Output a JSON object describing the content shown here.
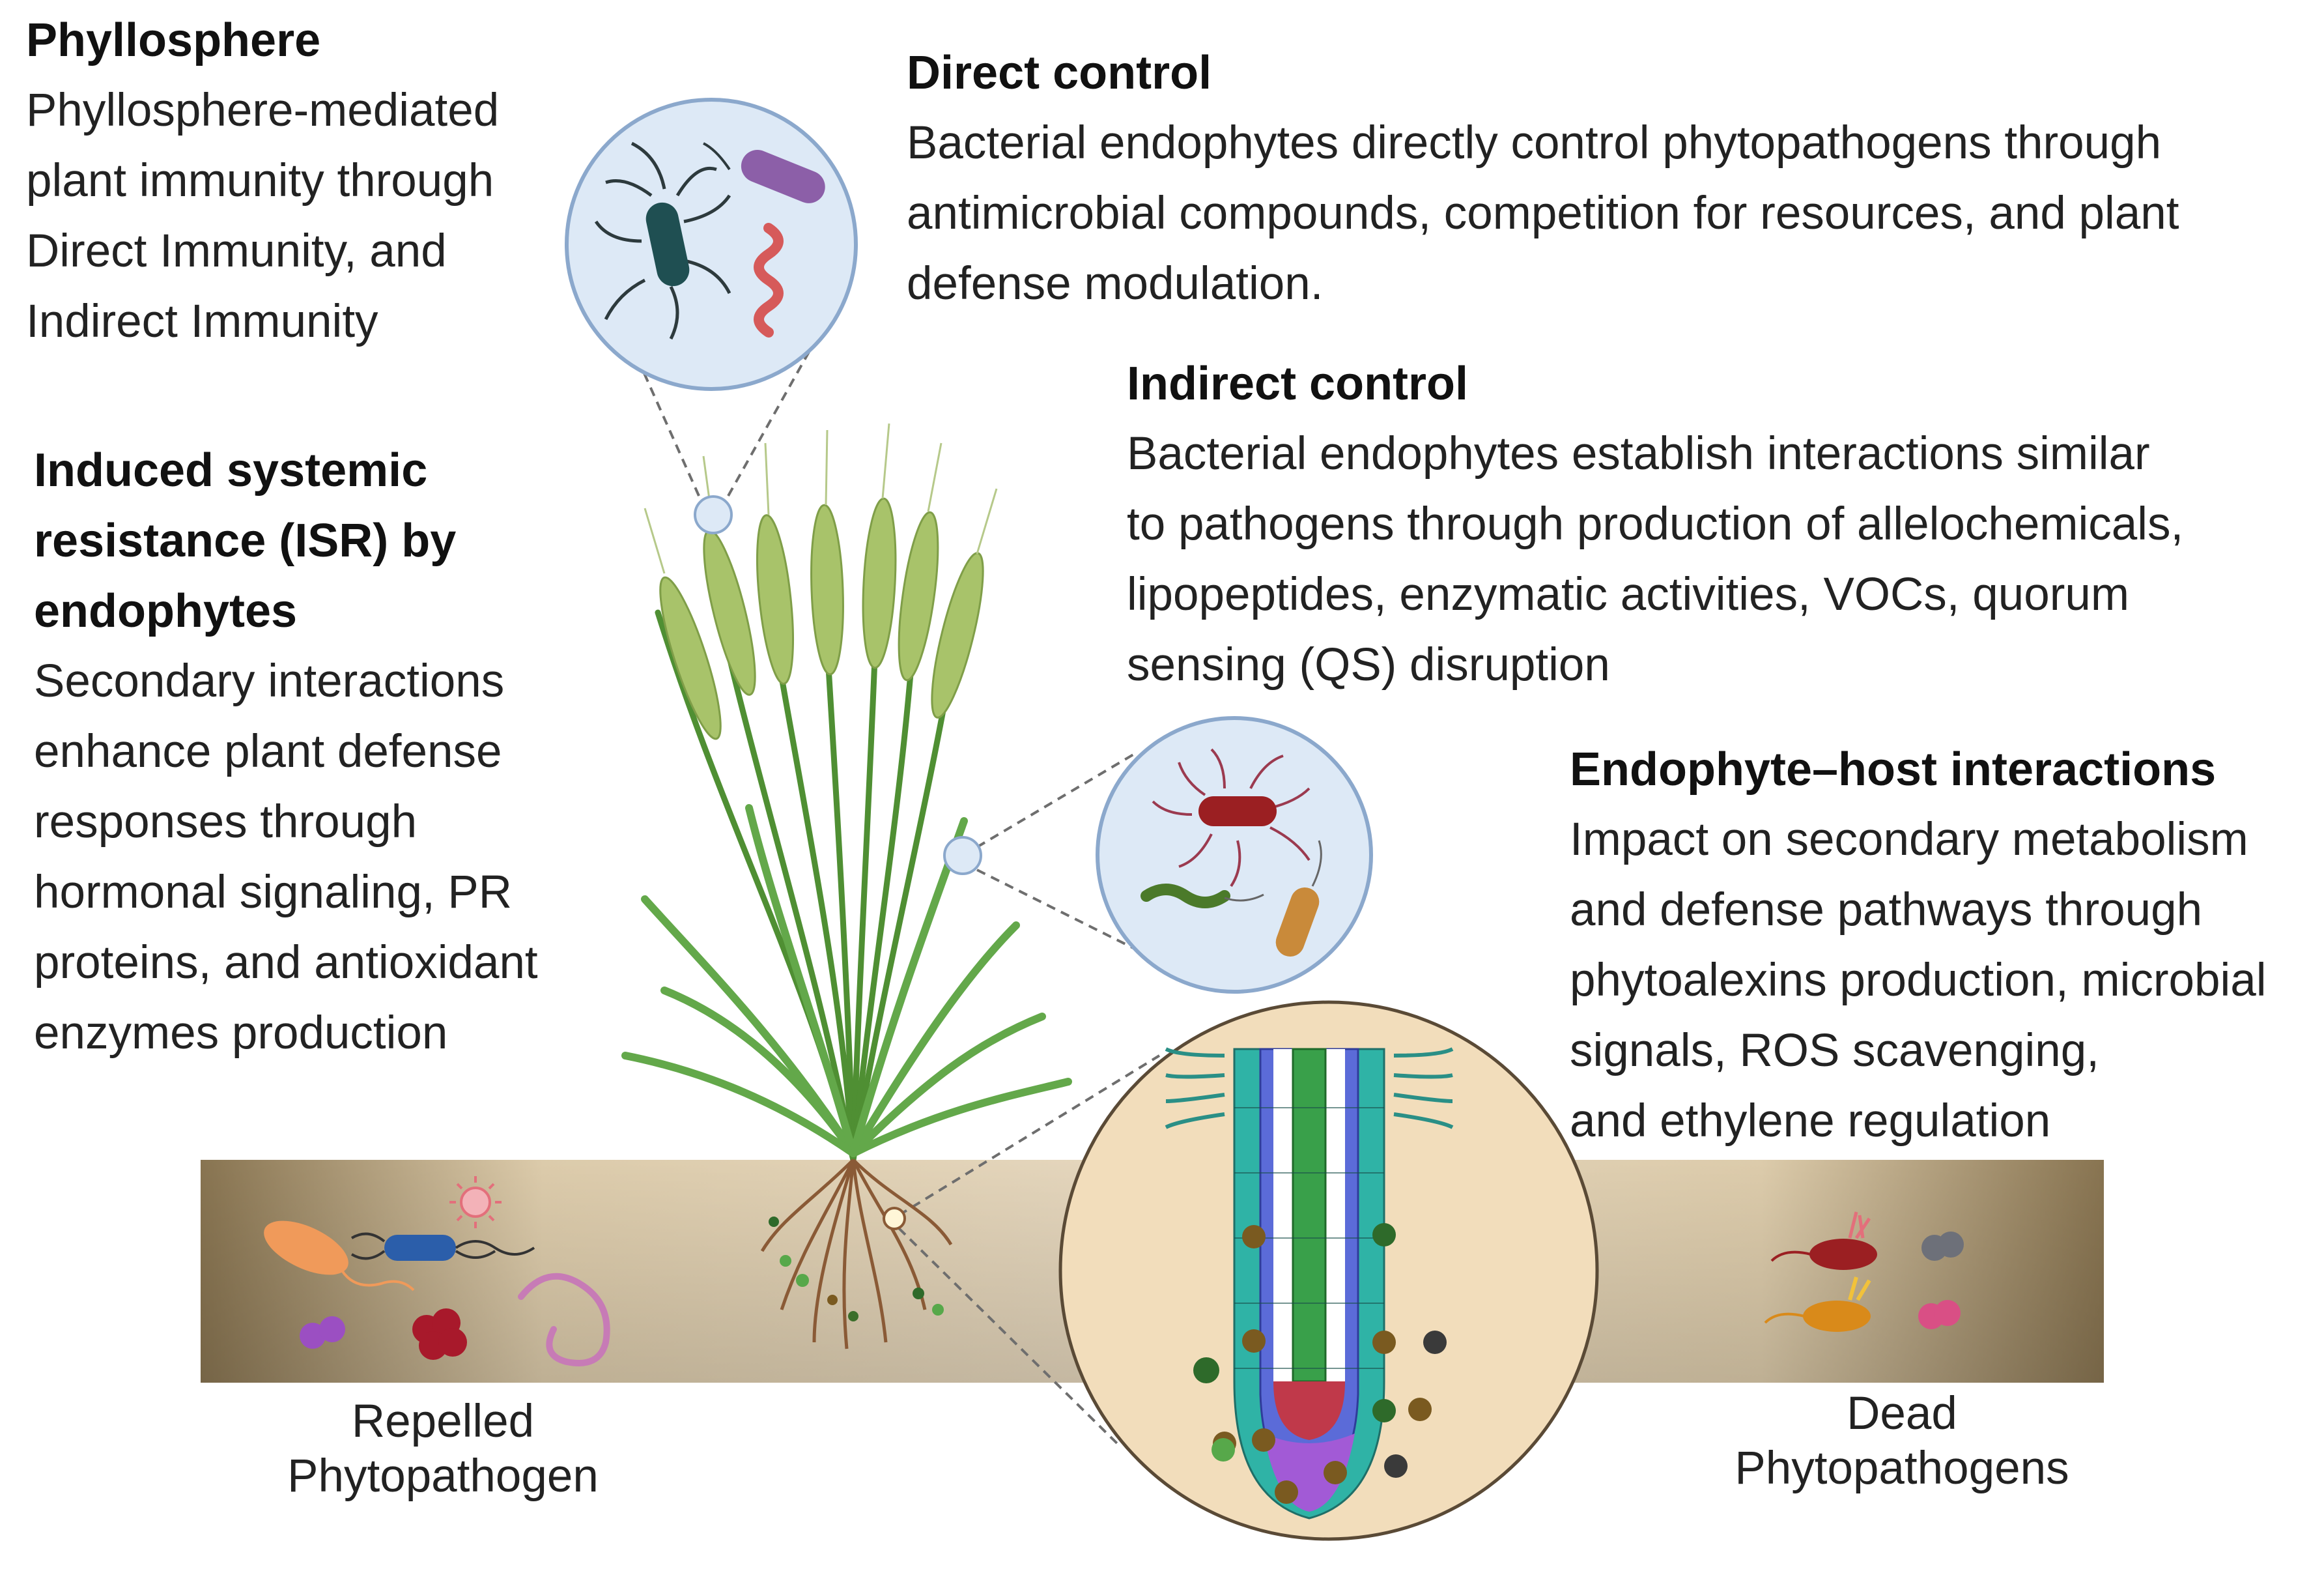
{
  "colors": {
    "soil_light": "#efe0c6",
    "soil_dark": "#8f7a55",
    "zoom_circle_fill": "#dde9f6",
    "zoom_circle_stroke": "#8ba8cc",
    "root_circle_fill": "#f2ddbb",
    "plant_green": "#5e9e3a",
    "ear_green": "#a8c36a"
  },
  "phyllosphere": {
    "title": "Phyllosphere",
    "lines": [
      "Phyllosphere-mediated",
      "plant immunity through",
      "Direct Immunity, and",
      "Indirect Immunity"
    ]
  },
  "isr": {
    "title_lines": [
      "Induced systemic",
      "resistance (ISR) by",
      "endophytes"
    ],
    "lines": [
      "Secondary interactions",
      "enhance plant defense",
      "responses through",
      "hormonal signaling, PR",
      "proteins, and antioxidant",
      "enzymes production"
    ]
  },
  "direct_control": {
    "title": "Direct control",
    "lines": [
      "Bacterial endophytes directly control phytopathogens through",
      "antimicrobial compounds, competition for resources, and plant",
      "defense modulation."
    ]
  },
  "indirect_control": {
    "title": "Indirect control",
    "lines": [
      "Bacterial endophytes establish interactions similar",
      "to pathogens through production of allelochemicals,",
      "lipopeptides, enzymatic activities, VOCs, quorum",
      "sensing (QS) disruption"
    ]
  },
  "endophyte_host": {
    "title": "Endophyte–host interactions",
    "lines": [
      "Impact on secondary metabolism",
      "and defense pathways through",
      "phytoalexins production, microbial",
      "signals, ROS scavenging,",
      "and ethylene regulation"
    ]
  },
  "captions": {
    "repelled": [
      "Repelled",
      "Phytopathogen"
    ],
    "dead": [
      "Dead",
      "Phytopathogens"
    ]
  },
  "icons": [
    "rod-bacterium-icon",
    "flagellated-bacterium-icon",
    "spiral-bacterium-icon",
    "virus-icon",
    "fungal-spore-icon",
    "nematode-icon",
    "wheat-plant-icon",
    "root-cross-section-icon"
  ]
}
